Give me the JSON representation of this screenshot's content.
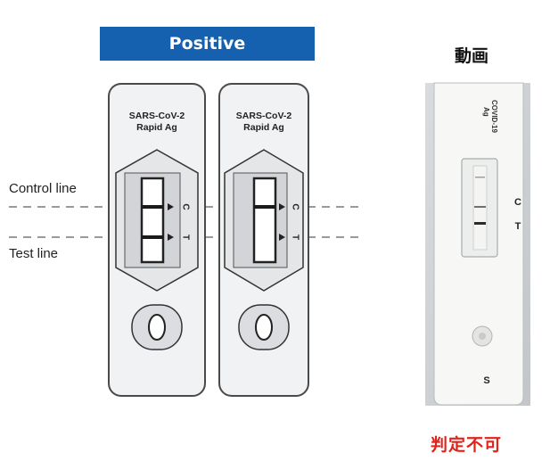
{
  "banner": {
    "label": "Positive"
  },
  "labels": {
    "control_line": "Control line",
    "test_line": "Test line"
  },
  "cassettes": [
    {
      "title_line1": "SARS-CoV-2",
      "title_line2": "Rapid Ag",
      "marker_c": "C",
      "marker_t": "T",
      "test_line_visible": true
    },
    {
      "title_line1": "SARS-CoV-2",
      "title_line2": "Rapid Ag",
      "marker_c": "C",
      "marker_t": "T",
      "test_line_visible": false
    }
  ],
  "video": {
    "title": "動画",
    "device_label_1": "COVID-19",
    "device_label_2": "Ag",
    "marker_c": "C",
    "marker_t": "T",
    "marker_s": "S"
  },
  "verdict": {
    "text": "判定不可",
    "color": "#e2231a"
  },
  "colors": {
    "banner": "#1660b0",
    "line_dark": "#1a1a1a",
    "dashed": "#9a9a9a"
  }
}
